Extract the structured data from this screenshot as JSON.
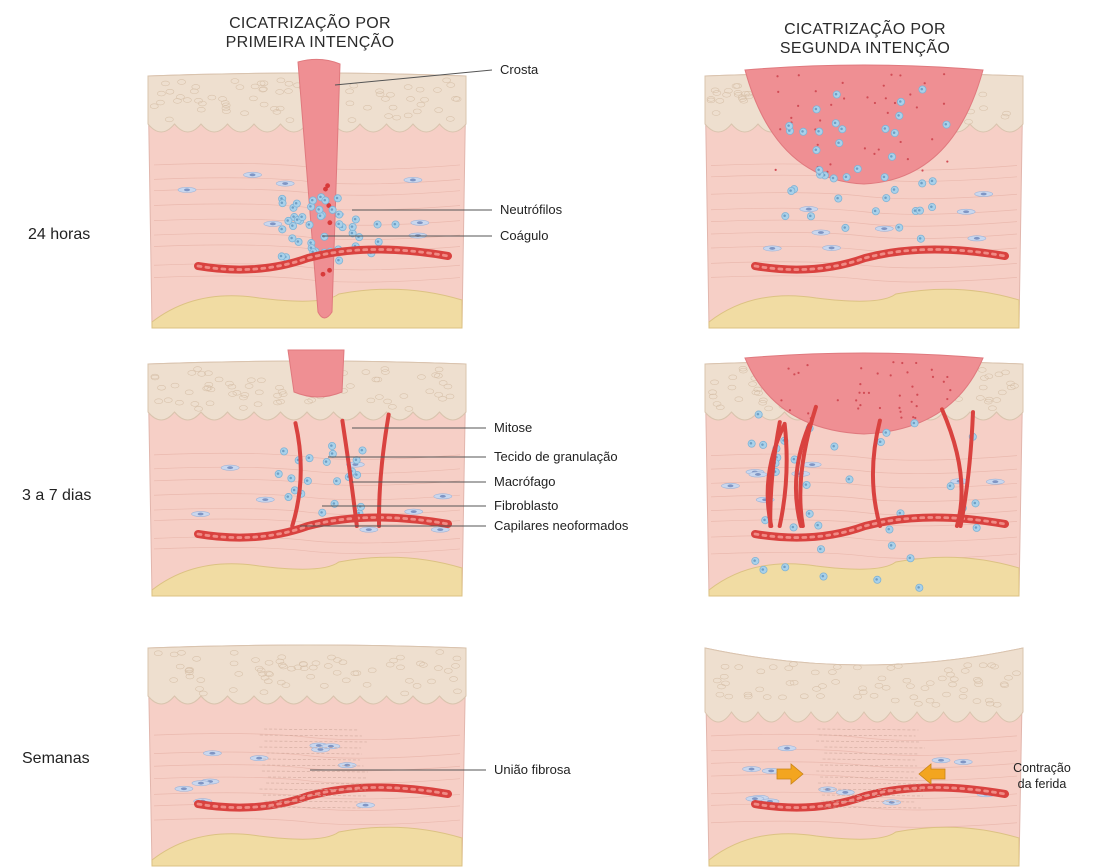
{
  "columns": {
    "primary": {
      "line1": "CICATRIZAÇÃO POR",
      "line2": "PRIMEIRA INTENÇÃO"
    },
    "secondary": {
      "line1": "CICATRIZAÇÃO POR",
      "line2": "SEGUNDA INTENÇÃO"
    }
  },
  "stages": {
    "s1": "24 horas",
    "s2": "3 a 7 dias",
    "s3": "Semanas"
  },
  "callouts": {
    "crosta": "Crosta",
    "neutrofilos": "Neutrófilos",
    "coagulo": "Coágulo",
    "mitose": "Mitose",
    "tecido": "Tecido de granulação",
    "macrofago": "Macrófago",
    "fibroblasto": "Fibroblasto",
    "capilares": "Capilares neoformados",
    "uniao": "União fibrosa"
  },
  "contraction": {
    "line1": "Contração",
    "line2": "da ferida"
  },
  "colors": {
    "dermis": "#f6cfc6",
    "epidermis": "#eedfcf",
    "fat": "#f1dca3",
    "clot": "#ef8f93",
    "vessel": "#d9423f",
    "neutrophil": "#a9d1ea",
    "arrow": "#f3a51f"
  }
}
